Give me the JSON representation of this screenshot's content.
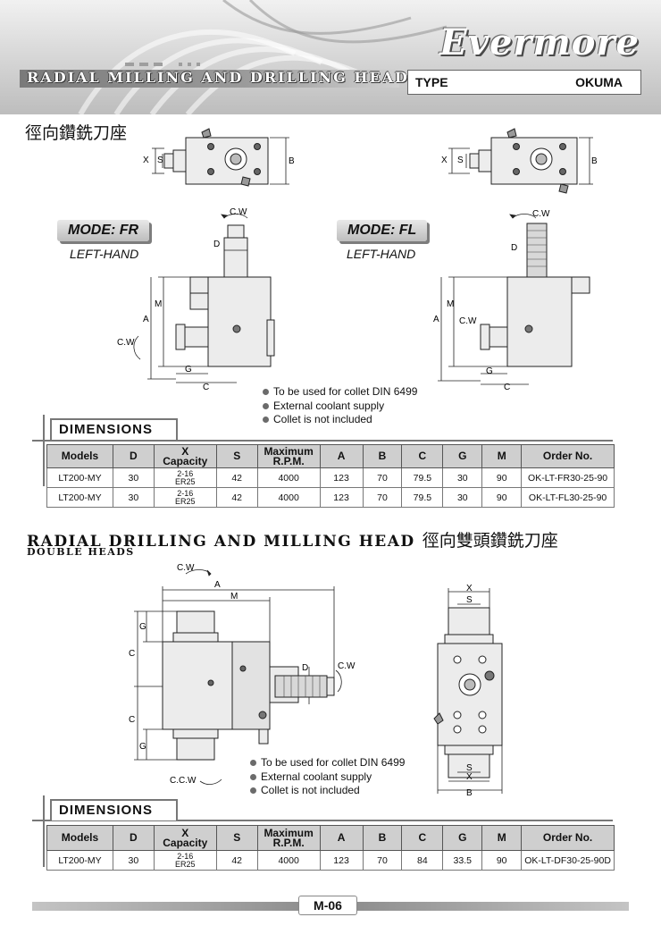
{
  "header": {
    "brand": "Evermore",
    "title": "RADIAL MILLING AND DRILLING HEAD",
    "type_label": "TYPE",
    "type_value": "OKUMA"
  },
  "section1": {
    "chinese_title": "徑向鑽銑刀座",
    "mode_fr": "MODE: FR",
    "mode_fl": "MODE: FL",
    "fr_hand": "LEFT-HAND",
    "fl_hand": "LEFT-HAND",
    "notes": [
      "To be used for collet DIN 6499",
      "External coolant supply",
      "Collet is not included"
    ],
    "labels": {
      "cw": "C.W",
      "x": "X",
      "s": "S",
      "b": "B",
      "d": "D",
      "m": "M",
      "a": "A",
      "g": "G",
      "c": "C"
    }
  },
  "dimensions_title": "DIMENSIONS",
  "table_headers": {
    "models": "Models",
    "d": "D",
    "x": "X",
    "capacity": "Capacity",
    "s": "S",
    "max1": "Maximum",
    "max2": "R.P.M.",
    "a": "A",
    "b": "B",
    "c": "C",
    "g": "G",
    "m": "M",
    "order": "Order No."
  },
  "table1_rows": [
    {
      "model": "LT200-MY",
      "d": "30",
      "cap1": "2-16",
      "cap2": "ER25",
      "s": "42",
      "rpm": "4000",
      "a": "123",
      "b": "70",
      "c": "79.5",
      "g": "30",
      "m": "90",
      "order": "OK-LT-FR30-25-90"
    },
    {
      "model": "LT200-MY",
      "d": "30",
      "cap1": "2-16",
      "cap2": "ER25",
      "s": "42",
      "rpm": "4000",
      "a": "123",
      "b": "70",
      "c": "79.5",
      "g": "30",
      "m": "90",
      "order": "OK-LT-FL30-25-90"
    }
  ],
  "section2": {
    "title": "RADIAL DRILLING AND MILLING HEAD",
    "chinese_title": "徑向雙頭鑽銑刀座",
    "subtitle": "DOUBLE HEADS",
    "notes": [
      "To be used for collet DIN 6499",
      "External coolant supply",
      "Collet is not included"
    ],
    "labels": {
      "cw": "C.W",
      "ccw": "C.C.W",
      "a": "A",
      "m": "M",
      "g": "G",
      "c": "C",
      "d": "D",
      "x": "X",
      "s": "S",
      "b": "B"
    }
  },
  "table2_rows": [
    {
      "model": "LT200-MY",
      "d": "30",
      "cap1": "2-16",
      "cap2": "ER25",
      "s": "42",
      "rpm": "4000",
      "a": "123",
      "b": "70",
      "c": "84",
      "g": "33.5",
      "m": "90",
      "order": "OK-LT-DF30-25-90D"
    }
  ],
  "footer": {
    "page": "M-06"
  }
}
